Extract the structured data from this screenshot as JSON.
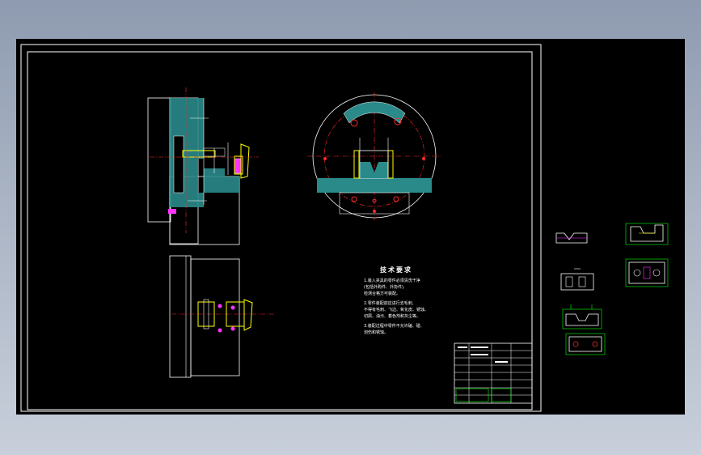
{
  "app": {
    "background_colors": [
      "#8e9bb0",
      "#c8cfdb"
    ],
    "canvas_color": "#000000"
  },
  "colors": {
    "border": "#ffffff",
    "section_fill": "#2a8a8a",
    "centerline": "#ff2a2a",
    "dimension": "#00ff00",
    "part_yellow": "#ffff00",
    "part_magenta": "#ff33ff",
    "outline": "#ffffff"
  },
  "technical_requirements": {
    "title": "技术要求",
    "lines": [
      "1.装入夹具的零件必须清洗干净",
      "(包括外购件、外协件),",
      "检测合格方可装配。",
      "2.零件装配前应进行去毛刺,",
      "不得有毛刺、飞边、氧化皮、锈蚀、",
      "切屑、油污、着色剂和灰尘等。",
      "3.装配过程中零件不允许磕、碰、",
      "划伤和锈蚀。"
    ]
  },
  "title_block": {
    "rows": [
      "",
      "",
      "",
      "",
      "",
      ""
    ]
  }
}
